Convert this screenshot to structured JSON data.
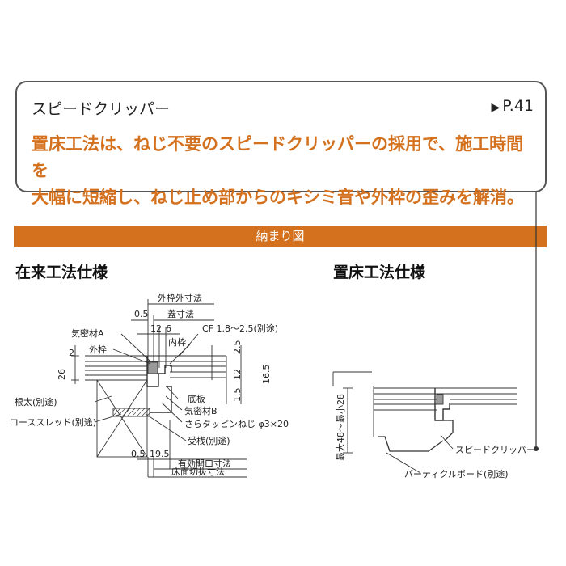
{
  "callout": {
    "title": "スピードクリッパー",
    "page_ref": "P.41",
    "body_line1": "置床工法は、ねじ不要のスピードクリッパーの採用で、施工時間を",
    "body_line2": "大幅に短縮し、ねじ止め部からのキシミ音や外枠の歪みを解消。"
  },
  "band_label": "納まり図",
  "left": {
    "heading": "在来工法仕様",
    "labels": {
      "outer_frame_dim": "外枠外寸法",
      "lid_dim": "蓋寸法",
      "dim_0_5_top": "0.5",
      "dim_12_top": "12",
      "dim_6": "6",
      "cf": "CF 1.8〜2.5(別途)",
      "seal_a": "気密材A",
      "inner_frame": "内枠",
      "outer_frame": "外枠",
      "dim_2": "2",
      "dim_26": "26",
      "dim_2_5": "2.5",
      "dim_12_side": "12",
      "dim_1_5": "1.5",
      "dim_16_5": "16.5",
      "bottom_plate": "底板",
      "seal_b": "気密材B",
      "screw": "さらタッピンねじ φ3×20",
      "joist": "根太(別途)",
      "sled": "コーススレッド(別途)",
      "receiving_bar": "受桟(別途)",
      "dim_0_5_bottom": "0.5",
      "dim_19_5": "19.5",
      "effective_opening": "有効開口寸法",
      "floor_cut": "床面切抜寸法"
    }
  },
  "right": {
    "heading": "置床工法仕様",
    "labels": {
      "height_range": "最大48〜最小28",
      "speed_clipper": "スピードクリッパー",
      "particle_board": "パーティクルボード(別途)"
    }
  },
  "colors": {
    "accent": "#d4711e",
    "line": "#333333",
    "frame_fill": "#9a9a9a"
  }
}
